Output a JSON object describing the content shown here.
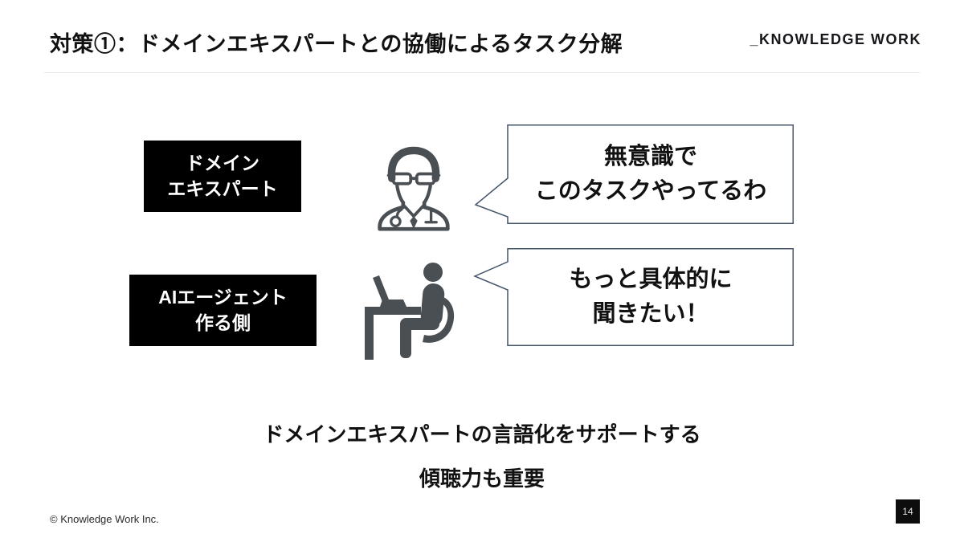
{
  "slide": {
    "title": "対策①：ドメインエキスパートとの協働によるタスク分解",
    "logo": "_KNOWLEDGE WORK",
    "footer": {
      "copyright": "© Knowledge Work Inc.",
      "page_number": "14"
    }
  },
  "rows": [
    {
      "label_line1": "ドメイン",
      "label_line2": "エキスパート",
      "icon": "doctor-icon",
      "bubble_line1": "無意識で",
      "bubble_line2": "このタスクやってるわ"
    },
    {
      "label_line1": "AIエージェント",
      "label_line2": "作る側",
      "icon": "desk-worker-icon",
      "bubble_line1": "もっと具体的に",
      "bubble_line2": "聞きたい！"
    }
  ],
  "message": {
    "line1": "ドメインエキスパートの言語化をサポートする",
    "line2": "傾聴力も重要"
  },
  "colors": {
    "label_bg": "#000000",
    "label_text": "#ffffff",
    "bubble_border": "#44546a",
    "bubble_fill": "#ffffff",
    "icon": "#4a4f54",
    "title_text": "#111111",
    "page_badge_bg": "#0d0d0d"
  }
}
